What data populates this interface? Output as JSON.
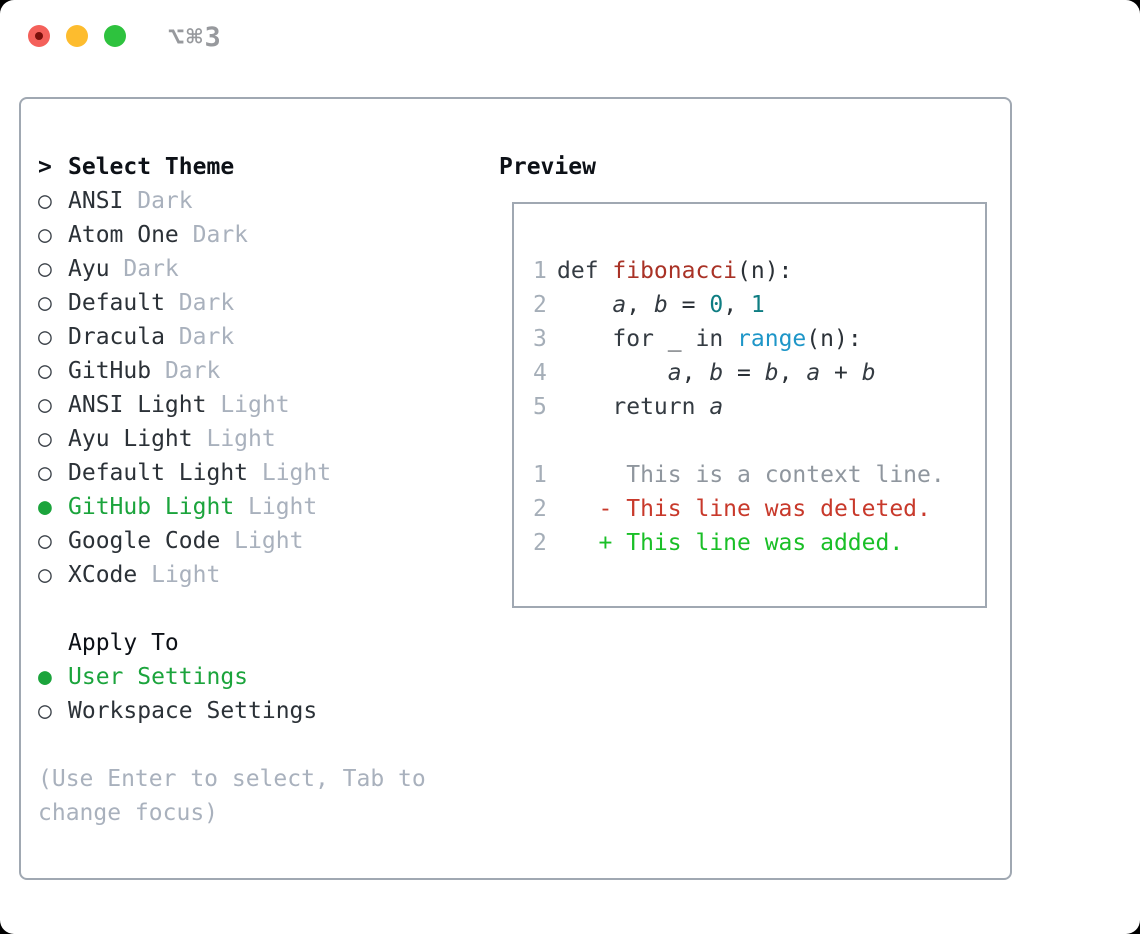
{
  "window": {
    "title_shortcut": "⌥⌘3",
    "traffic_lights": [
      "close",
      "minimize",
      "zoom"
    ],
    "close_dot_color": "#7b100b"
  },
  "theme_panel": {
    "header": {
      "prefix": ">",
      "label": "Select Theme"
    },
    "themes": [
      {
        "name": "ANSI",
        "variant": "Dark",
        "selected": false
      },
      {
        "name": "Atom One",
        "variant": "Dark",
        "selected": false
      },
      {
        "name": "Ayu",
        "variant": "Dark",
        "selected": false
      },
      {
        "name": "Default",
        "variant": "Dark",
        "selected": false
      },
      {
        "name": "Dracula",
        "variant": "Dark",
        "selected": false
      },
      {
        "name": "GitHub",
        "variant": "Dark",
        "selected": false
      },
      {
        "name": "ANSI Light",
        "variant": "Light",
        "selected": false
      },
      {
        "name": "Ayu Light",
        "variant": "Light",
        "selected": false
      },
      {
        "name": "Default Light",
        "variant": "Light",
        "selected": false
      },
      {
        "name": "GitHub Light",
        "variant": "Light",
        "selected": true
      },
      {
        "name": "Google Code",
        "variant": "Light",
        "selected": false
      },
      {
        "name": "XCode",
        "variant": "Light",
        "selected": false
      }
    ],
    "apply_to": {
      "label": "Apply To",
      "options": [
        {
          "name": "User Settings",
          "selected": true
        },
        {
          "name": "Workspace Settings",
          "selected": false
        }
      ]
    },
    "hint": "(Use Enter to select, Tab to change focus)",
    "icons": {
      "radio_selected": "●",
      "radio_unselected": "○"
    }
  },
  "preview": {
    "title": "Preview",
    "code_lines": [
      {
        "num": "1",
        "segs": [
          {
            "t": "def ",
            "c": "keyword"
          },
          {
            "t": "fibonacci",
            "c": "function"
          },
          {
            "t": "(n):",
            "c": "plain"
          }
        ]
      },
      {
        "num": "2",
        "segs": [
          {
            "t": "    ",
            "c": "plain"
          },
          {
            "t": "a",
            "c": "variable"
          },
          {
            "t": ", ",
            "c": "plain"
          },
          {
            "t": "b",
            "c": "variable"
          },
          {
            "t": " = ",
            "c": "plain"
          },
          {
            "t": "0",
            "c": "number"
          },
          {
            "t": ", ",
            "c": "plain"
          },
          {
            "t": "1",
            "c": "number"
          }
        ]
      },
      {
        "num": "3",
        "segs": [
          {
            "t": "    ",
            "c": "plain"
          },
          {
            "t": "for",
            "c": "keyword"
          },
          {
            "t": " _ ",
            "c": "plain"
          },
          {
            "t": "in",
            "c": "keyword"
          },
          {
            "t": " ",
            "c": "plain"
          },
          {
            "t": "range",
            "c": "builtin"
          },
          {
            "t": "(n):",
            "c": "plain"
          }
        ]
      },
      {
        "num": "4",
        "segs": [
          {
            "t": "        ",
            "c": "plain"
          },
          {
            "t": "a",
            "c": "variable"
          },
          {
            "t": ", ",
            "c": "plain"
          },
          {
            "t": "b",
            "c": "variable"
          },
          {
            "t": " = ",
            "c": "plain"
          },
          {
            "t": "b",
            "c": "variable"
          },
          {
            "t": ", ",
            "c": "plain"
          },
          {
            "t": "a",
            "c": "variable"
          },
          {
            "t": " + ",
            "c": "plain"
          },
          {
            "t": "b",
            "c": "variable"
          }
        ]
      },
      {
        "num": "5",
        "segs": [
          {
            "t": "    ",
            "c": "plain"
          },
          {
            "t": "return",
            "c": "keyword"
          },
          {
            "t": " ",
            "c": "plain"
          },
          {
            "t": "a",
            "c": "variable"
          }
        ]
      },
      {
        "num": "",
        "segs": []
      },
      {
        "num": "1",
        "segs": [
          {
            "t": "     This is a context line.",
            "c": "context"
          }
        ]
      },
      {
        "num": "2",
        "segs": [
          {
            "t": "   - This line was deleted.",
            "c": "deleted"
          }
        ]
      },
      {
        "num": "2",
        "segs": [
          {
            "t": "   + This line was added.",
            "c": "added"
          }
        ]
      }
    ]
  },
  "colors": {
    "selected_green": "#1ba43c",
    "added_green": "#1abf27",
    "deleted_red": "#c8392b",
    "function_red": "#a93226",
    "number_teal": "#0e7d82",
    "builtin_blue": "#1e96c8",
    "muted_gray": "#a9b1bd",
    "panel_border": "#a0a8b2",
    "traffic_red": "#f4605a",
    "traffic_yellow": "#fdbc2e",
    "traffic_green": "#2ec23e"
  }
}
